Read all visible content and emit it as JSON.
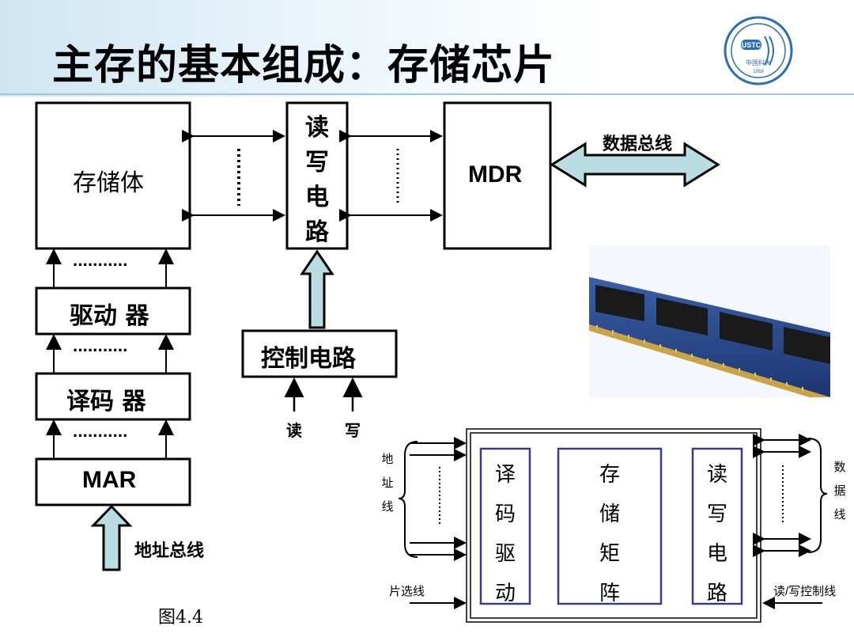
{
  "title": "主存的基本组成：存储芯片",
  "logo": {
    "text": "USTC",
    "subtext": "中国科大",
    "year": "1958",
    "icon": "ustc-logo"
  },
  "left_diagram": {
    "storage": "存储体",
    "rw_circuit": [
      "读",
      "写",
      "电",
      "路"
    ],
    "mdr": "MDR",
    "data_bus": "数据总线",
    "driver": "驱动 器",
    "decoder": "译码 器",
    "mar": "MAR",
    "control": "控制电路",
    "read": "读",
    "write": "写",
    "address_bus": "地址总线",
    "dots": "···········"
  },
  "figure_caption": "图4.4",
  "chip_diagram": {
    "decoder_driver": [
      "译",
      "码",
      "驱",
      "动"
    ],
    "storage_matrix": [
      "存",
      "储",
      "矩",
      "阵"
    ],
    "rw_circuit": [
      "读",
      "写",
      "电",
      "路"
    ],
    "address_lines": [
      "地",
      "址",
      "线"
    ],
    "data_lines": [
      "数",
      "据",
      "线"
    ],
    "chip_select": "片选线",
    "rw_control": "读/写控制线"
  },
  "photo": {
    "subject": "memory-module-photo"
  },
  "colors": {
    "header": "#cfe6f2",
    "arrow_fill": "#b9dde2",
    "chip_border": "#3a3a8c"
  }
}
